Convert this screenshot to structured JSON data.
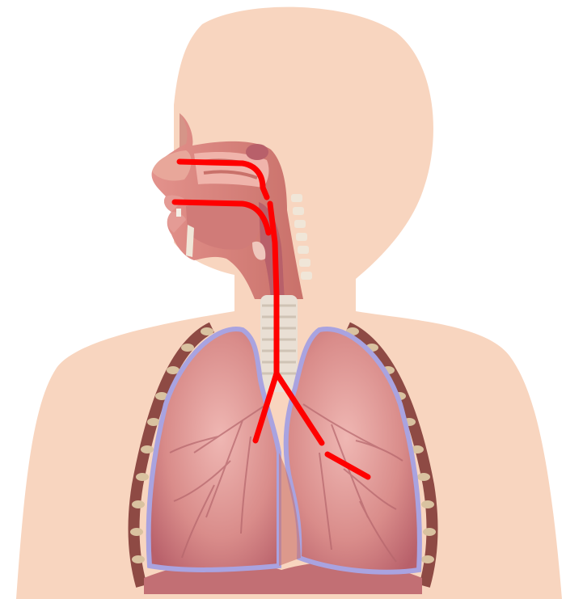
{
  "diagram": {
    "subject": "human-respiratory-system",
    "colors": {
      "skin": "#f8d5bf",
      "tissue": "#e8a79a",
      "tissue_dark": "#c9716a",
      "lung": "#d98c8a",
      "lung_shade": "#c26f74",
      "pleura": "#a9a3e0",
      "trachea": "#e9dfd4",
      "rib": "#d9c2a0",
      "airflow_path": "#ff0000"
    },
    "airflow_paths": [
      {
        "id": "nasal-route",
        "label": ""
      },
      {
        "id": "oral-route",
        "label": ""
      },
      {
        "id": "trachea-route",
        "label": ""
      },
      {
        "id": "left-bronchus-route",
        "label": ""
      },
      {
        "id": "right-bronchus-route",
        "label": ""
      }
    ]
  }
}
